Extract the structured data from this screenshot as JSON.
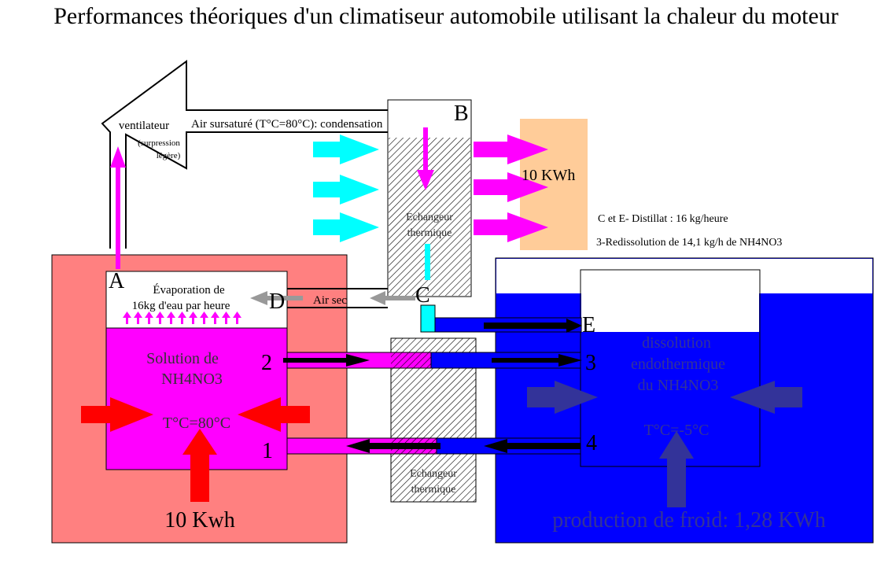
{
  "title": "Performances théoriques d'un climatiseur automobile utilisant la chaleur du moteur",
  "fan": {
    "label": "ventilateur",
    "note_line1": "(surpression",
    "note_line2": "légère)"
  },
  "duct_label": "Air sursaturé (T°C=80°C): condensation",
  "exchanger_top": {
    "label_line1": "Echangeur",
    "label_line2": "thermique"
  },
  "exchanger_bottom": {
    "label_line1": "Echangeur",
    "label_line2": "thermique"
  },
  "heat_output": "10 KWh",
  "info_line1": "C et E- Distillat : 16 kg/heure",
  "info_line2": "3-Redissolution de 14,1 kg/h de NH4NO3",
  "evaporation_line1": "Évaporation de",
  "evaporation_line2": "16kg d'eau par heure",
  "air_sec": "Air sec",
  "solution_line1": "Solution de",
  "solution_line2": "NH4NO3",
  "solution_temp": "T°C=80°C",
  "heat_input": "10 Kwh",
  "dissolution_line1": "dissolution",
  "dissolution_line2": "endothermique",
  "dissolution_line3": "du NH4NO3",
  "cold_temp": "T°C=-5°C",
  "cold_production": "production de froid: 1,28 KWh",
  "points": {
    "A": "A",
    "B": "B",
    "C": "C",
    "D": "D",
    "E": "E",
    "p1": "1",
    "p2": "2",
    "p3": "3",
    "p4": "4"
  },
  "colors": {
    "magenta": "#ff00ff",
    "salmon": "#ff8080",
    "blue": "#0000ff",
    "navy": "#333399",
    "peach": "#ffcc99",
    "cyan": "#00ffff",
    "red": "#ff0000",
    "grey": "#999999",
    "black": "#000000"
  }
}
